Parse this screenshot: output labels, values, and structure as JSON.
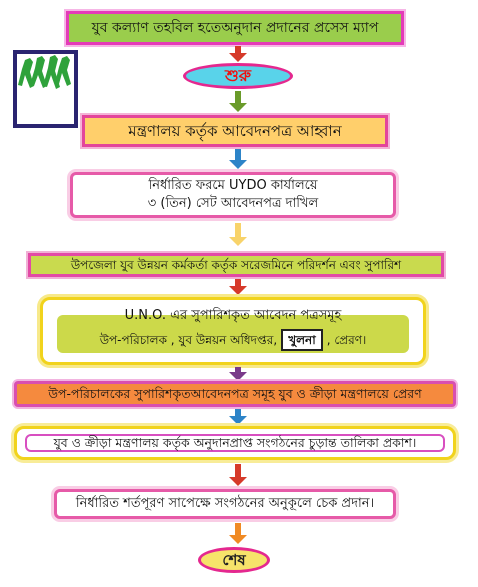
{
  "title": "যুব কল্যাণ তহবিল হতেঅনুদান প্রদানের প্রসেস ম্যাপ",
  "start": "শুরু",
  "end": "শেষ",
  "steps": {
    "s1": "মন্ত্রণালয় কর্তৃক আবেদনপত্র আহ্বান",
    "s2_line1": "নির্ধারিত ফরমে UYDO কার্যালয়ে",
    "s2_line2": "৩ (তিন) সেট আবেদনপত্র দাখিল",
    "s3": "উপজেলা যুব উন্নয়ন কর্মকর্তা কর্তৃক সরেজমিনে পরিদর্শন এবং সুপারিশ",
    "s4_line1": "U.N.O. এর সুপারিশকৃত আবেদন পত্রসমূহ",
    "s4_line2_pre": "উপ-পরিচালক , যুব উন্নয়ন অধিদপ্তর,",
    "s4_highlight": "খুলনা",
    "s4_line2_post": ", প্রেরণ।",
    "s5": "উপ-পরিচালকের সুপারিশকৃতআবেদনপত্র সমূহ যুব ও ক্রীড়া মন্ত্রণালয়ে প্রেরণ",
    "s6": "যুব ও ক্রীড়া মন্ত্রণালয় কর্তৃক অনুদানপ্রাপ্ত সংগঠনের চুড়ান্ত তালিকা প্রকাশ।",
    "s7": "নির্ধারিত শর্তপূরণ সাপেক্ষে সংগঠনের অনুকূলে চেক প্রদান।"
  },
  "colors": {
    "arrow1": "#d63a2a",
    "arrow2": "#6a9b2a",
    "arrow3": "#2d84c8",
    "arrow4": "#f8d36a",
    "arrow5": "#d63a2a",
    "arrow6": "#7a3a8a",
    "arrow7": "#2d84c8",
    "arrow8": "#d63a2a",
    "arrow9": "#f08a24",
    "logo_bg": "#2a2470",
    "logo_figures": "#2fa23b"
  }
}
